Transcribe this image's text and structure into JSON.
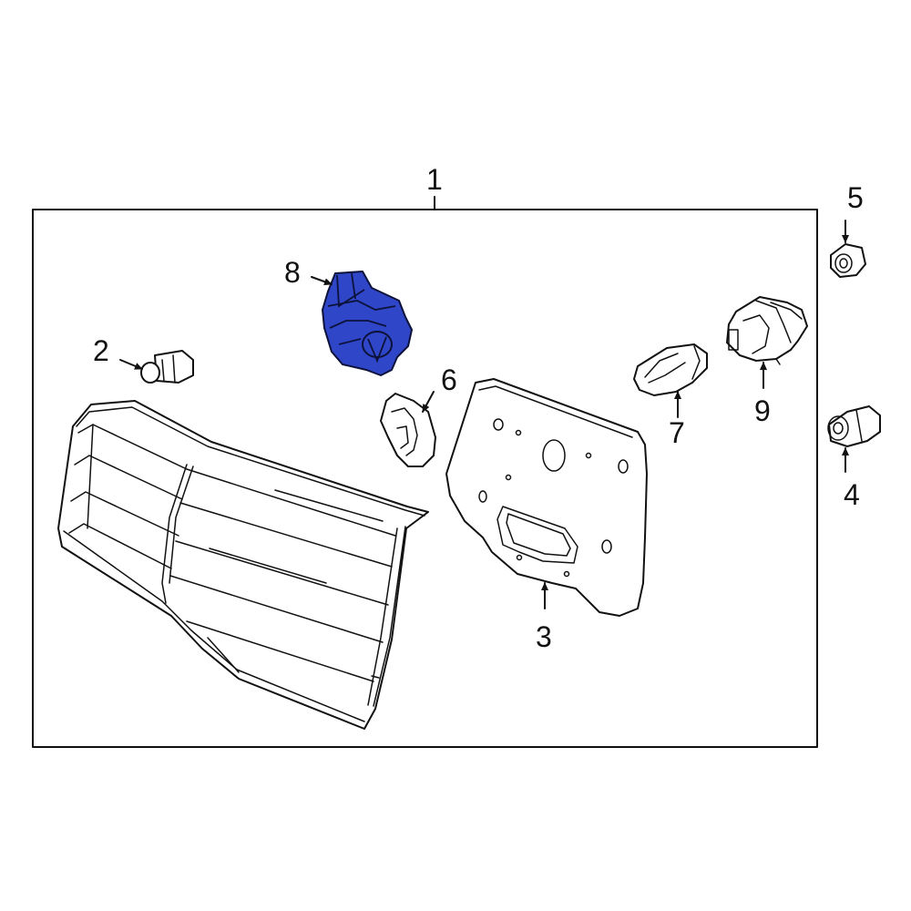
{
  "callouts": {
    "c1": "1",
    "c2": "2",
    "c3": "3",
    "c4": "4",
    "c5": "5",
    "c6": "6",
    "c7": "7",
    "c8": "8",
    "c9": "9"
  },
  "colors": {
    "highlight": "#2f46c8",
    "line": "#111111",
    "background": "#ffffff"
  },
  "highlighted_part": "8"
}
